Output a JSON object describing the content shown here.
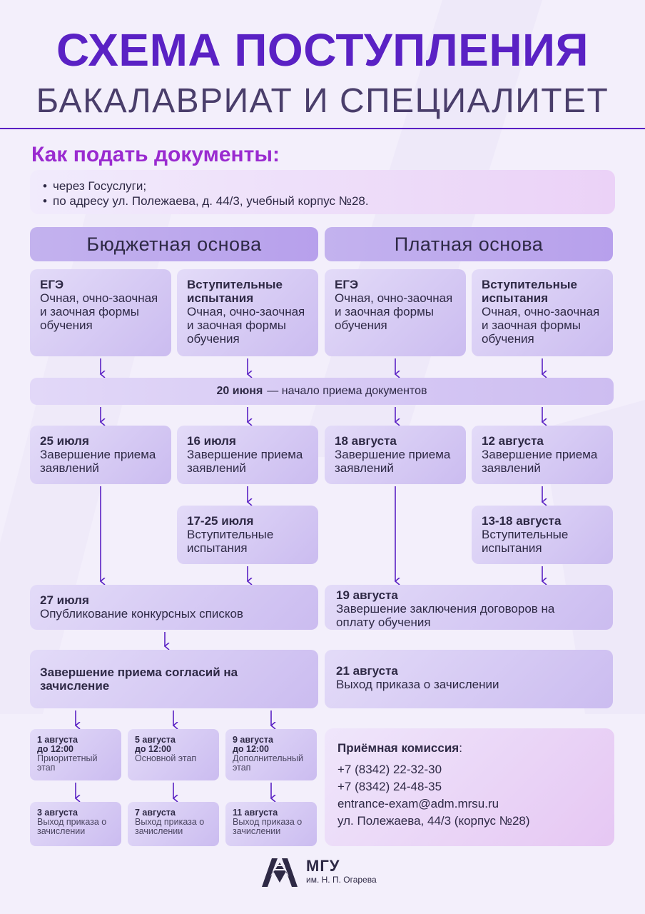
{
  "header": {
    "title": "СХЕМА ПОСТУПЛЕНИЯ",
    "subtitle": "БАКАЛАВРИАТ И СПЕЦИАЛИТЕТ"
  },
  "how_to": {
    "title": "Как подать документы:",
    "items": [
      "через Госуслуги;",
      "по адресу ул. Полежаева, д. 44/3, учебный корпус №28."
    ]
  },
  "columns": {
    "budget": "Бюджетная основа",
    "paid": "Платная основа"
  },
  "tracks": {
    "b_ege": {
      "title": "ЕГЭ",
      "text": "Очная, очно-заочная и заочная формы обучения"
    },
    "b_exam": {
      "title": "Вступительные испытания",
      "text": "Очная, очно-заочная и заочная формы обучения"
    },
    "p_ege": {
      "title": "ЕГЭ",
      "text": "Очная, очно-заочная и заочная формы обучения"
    },
    "p_exam": {
      "title": "Вступительные испытания",
      "text": "Очная, очно-заочная и заочная формы обучения"
    }
  },
  "start": {
    "date": "20 июня",
    "text": "— начало приема документов"
  },
  "deadlines": {
    "b1": {
      "date": "25 июля",
      "text": "Завершение приема заявлений"
    },
    "b2": {
      "date": "16 июля",
      "text": "Завершение приема заявлений"
    },
    "p1": {
      "date": "18 августа",
      "text": "Завершение приема заявлений"
    },
    "p2": {
      "date": "12 августа",
      "text": "Завершение приема заявлений"
    }
  },
  "exams": {
    "b": {
      "date": "17-25 июля",
      "text": "Вступительные испытания"
    },
    "p": {
      "date": "13-18 августа",
      "text": "Вступительные испытания"
    }
  },
  "lists": {
    "date": "27 июля",
    "text": "Опубликование конкурсных списков"
  },
  "contracts": {
    "date": "19 августа",
    "text": "Завершение заключения договоров на оплату обучения"
  },
  "consent": {
    "text": "Завершение приема согласий на зачисление"
  },
  "paid_order": {
    "date": "21 августа",
    "text": "Выход приказа о зачислении"
  },
  "stages": [
    {
      "date": "1 августа",
      "time": "до 12:00",
      "name": "Приоритетный этап",
      "order_date": "3 августа",
      "order_text": "Выход приказа о зачислении"
    },
    {
      "date": "5 августа",
      "time": "до 12:00",
      "name": "Основной этап",
      "order_date": "7 августа",
      "order_text": "Выход приказа о зачислении"
    },
    {
      "date": "9 августа",
      "time": "до 12:00",
      "name": "Дополнительный этап",
      "order_date": "11 августа",
      "order_text": "Выход приказа о зачислении"
    }
  ],
  "commission": {
    "title": "Приёмная комиссия",
    "colon": ":",
    "phone1": "+7 (8342) 22-32-30",
    "phone2": "+7 (8342) 24-48-35",
    "email": "entrance-exam@adm.mrsu.ru",
    "address": "ул. Полежаева, 44/3 (корпус №28)"
  },
  "logo": {
    "name": "МГУ",
    "sub": "им. Н. П. Огарева"
  },
  "colors": {
    "accent": "#5a21c4",
    "heading": "#9a2bd0",
    "arrow": "#5a21c4"
  }
}
